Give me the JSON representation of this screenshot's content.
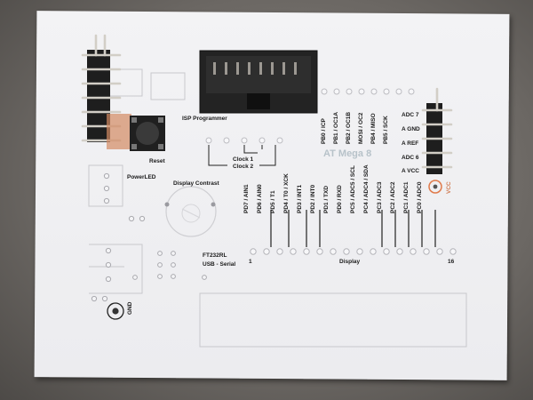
{
  "labels": {
    "isp_programmer": "ISP Programmer",
    "reset": "Reset",
    "power_led": "PowerLED",
    "display_contrast": "Display Contrast",
    "clock1": "Clock 1",
    "clock2": "Clock 2",
    "chip": "AT Mega 8",
    "ft232": "FT232RL",
    "usb_serial": "USB - Serial",
    "gnd": "GND",
    "display": "Display",
    "display_pin_first": "1",
    "display_pin_last": "16",
    "vcc": "VCC",
    "adc_right": [
      "ADC 7",
      "A GND",
      "A REF",
      "ADC 6",
      "A VCC"
    ],
    "pin_top": [
      "PB0 / ICP",
      "PB1 / OC1A",
      "PB2 / OC1B",
      "MOSI / OC2",
      "PB4 / MISO",
      "PB5 / SCK"
    ],
    "pin_bottom": [
      "PD7 / AIN1",
      "PD6 / AIN0",
      "PD5 / T1",
      "PD4 / T0 / XCK",
      "PD3 / INT1",
      "PD2 / INT0",
      "PD1 / TXD",
      "PD0 / RXD",
      "PC5 / ADC5 / SCL",
      "PC4 / ADC4 / SDA",
      "PC3 / ADC3",
      "PC2 / ADC2",
      "PC1 / ADC1",
      "PC0 / ADC0"
    ]
  },
  "colors": {
    "paper": "#f0f0f3",
    "connector": "#1c1c1c",
    "pin_metal": "#c9c4b8",
    "pad_orange": "#e07a4a"
  }
}
